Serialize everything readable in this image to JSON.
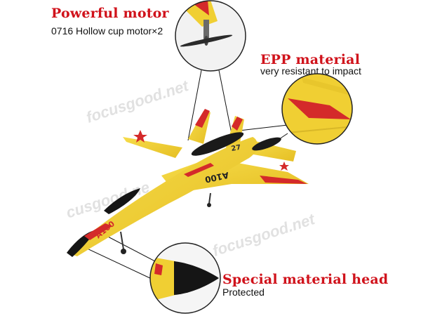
{
  "callouts": {
    "motor": {
      "title": "Powerful motor",
      "subtitle": "0716 Hollow cup motor×2"
    },
    "material": {
      "title": "EPP material",
      "subtitle": "very resistant to impact"
    },
    "head": {
      "title": "Special material head",
      "subtitle": "Protected"
    }
  },
  "watermark": {
    "text_1": "focusgood.net",
    "text_2": "cusgood.ne",
    "text_3": "focusgood.net"
  },
  "plane": {
    "nose_marking": "A100",
    "wing_marking": "A100",
    "tail_number": "27",
    "body_color": "#f0cf33",
    "accent_color": "#d42a2a",
    "canopy_color": "#1a1a1a"
  }
}
